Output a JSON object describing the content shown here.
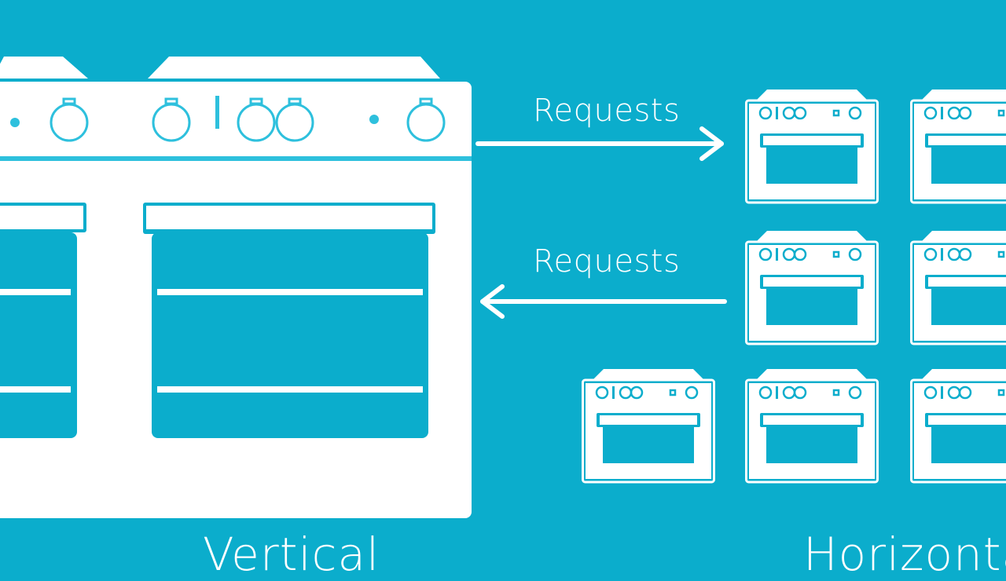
{
  "colors": {
    "background": "#0badcc",
    "outline": "#ffffff",
    "accent": "#2ec0dd"
  },
  "arrows": {
    "top_label": "Requests",
    "bottom_label": "Requests"
  },
  "captions": {
    "left": "Vertical",
    "right": "Horizontal"
  },
  "icons": {
    "large": "large-double-oven-icon",
    "small": "small-oven-icon"
  }
}
